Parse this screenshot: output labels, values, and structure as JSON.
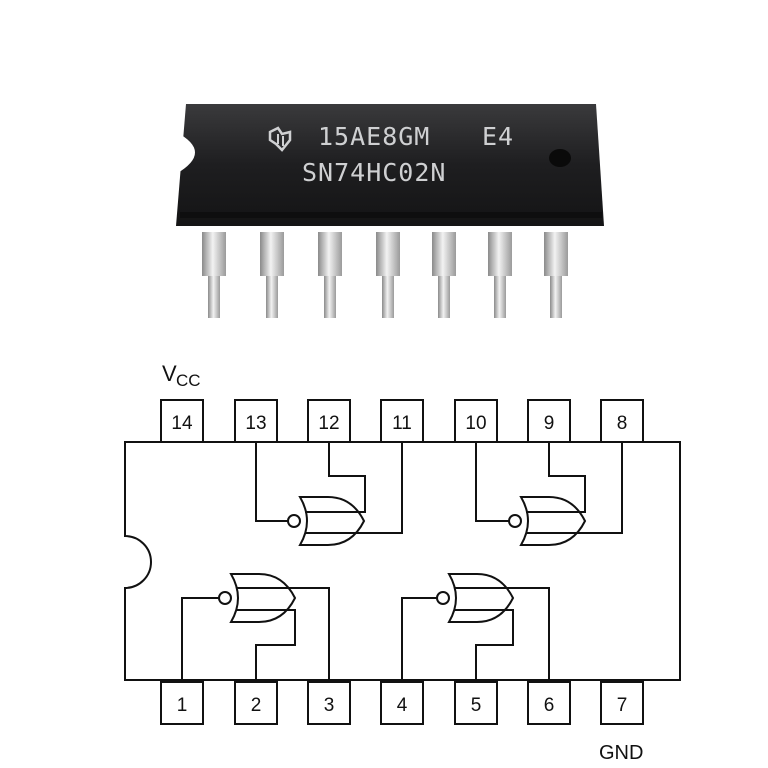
{
  "chip_photo": {
    "logo": "ti-logo-icon",
    "marking_line1": "15AE8GM",
    "marking_suffix": "E4",
    "part_number": "SN74HC02N"
  },
  "diagram": {
    "vcc_label": "V",
    "vcc_sub": "CC",
    "gnd_label": "GND",
    "top_pins": [
      "14",
      "13",
      "12",
      "11",
      "10",
      "9",
      "8"
    ],
    "bottom_pins": [
      "1",
      "2",
      "3",
      "4",
      "5",
      "6",
      "7"
    ],
    "gate_type": "nor-gate-icon"
  }
}
